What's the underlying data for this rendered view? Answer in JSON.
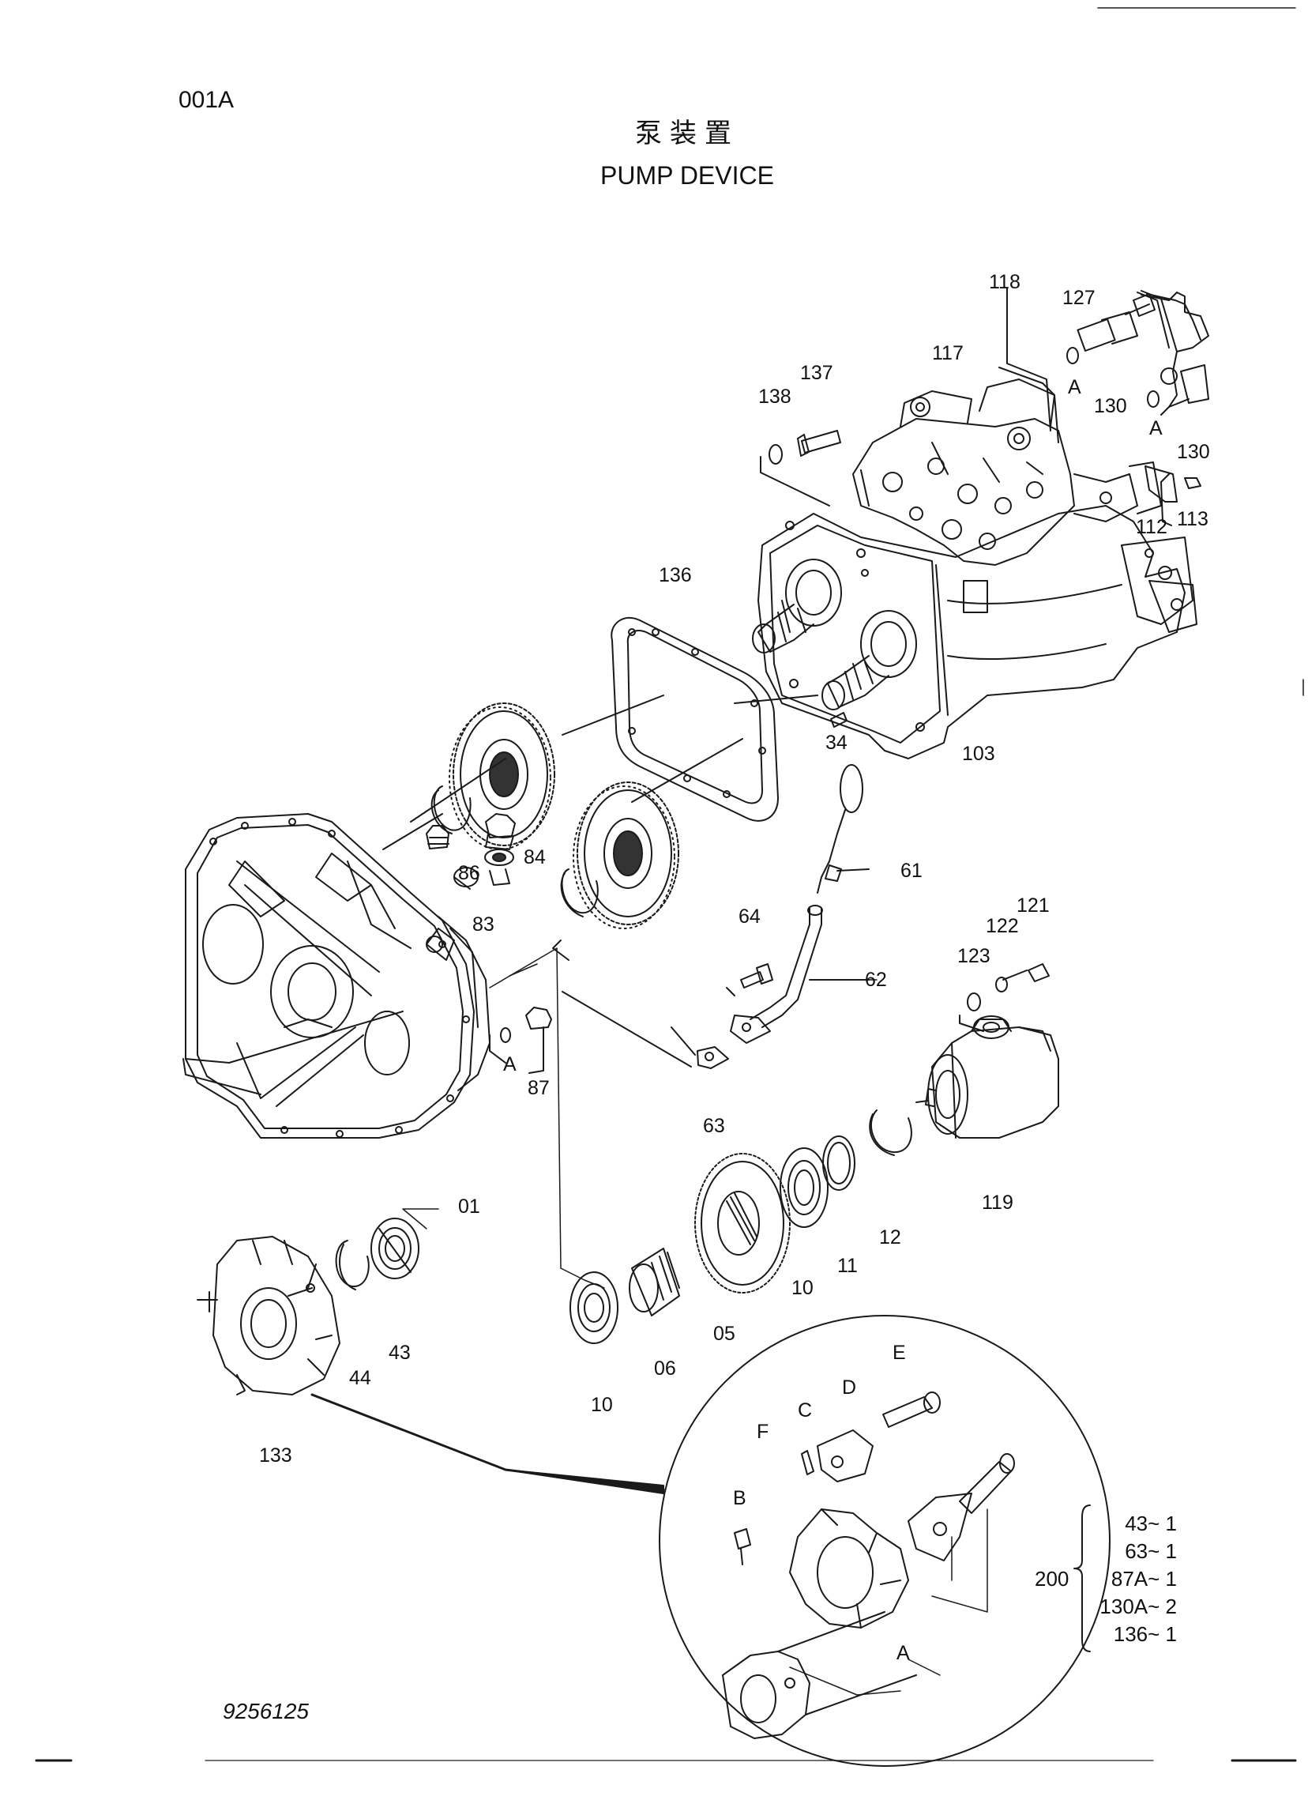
{
  "page_code": "001A",
  "title_cn": "泵装置",
  "title_en": "PUMP DEVICE",
  "drawing_number": "9256125",
  "callouts": [
    {
      "key": "c118",
      "text": "118"
    },
    {
      "key": "c127",
      "text": "127"
    },
    {
      "key": "c117",
      "text": "117"
    },
    {
      "key": "c137",
      "text": "137"
    },
    {
      "key": "c138",
      "text": "138"
    },
    {
      "key": "cA1",
      "text": "A"
    },
    {
      "key": "c130a",
      "text": "130"
    },
    {
      "key": "cA2",
      "text": "A"
    },
    {
      "key": "c130b",
      "text": "130"
    },
    {
      "key": "c112",
      "text": "112"
    },
    {
      "key": "c113",
      "text": "113"
    },
    {
      "key": "c136",
      "text": "136"
    },
    {
      "key": "c34",
      "text": "34"
    },
    {
      "key": "c103",
      "text": "103"
    },
    {
      "key": "c61",
      "text": "61"
    },
    {
      "key": "c86",
      "text": "86"
    },
    {
      "key": "c84",
      "text": "84"
    },
    {
      "key": "c83",
      "text": "83"
    },
    {
      "key": "c64",
      "text": "64"
    },
    {
      "key": "c62",
      "text": "62"
    },
    {
      "key": "c121",
      "text": "121"
    },
    {
      "key": "c122",
      "text": "122"
    },
    {
      "key": "c123",
      "text": "123"
    },
    {
      "key": "cA3",
      "text": "A"
    },
    {
      "key": "c87",
      "text": "87"
    },
    {
      "key": "c63",
      "text": "63"
    },
    {
      "key": "c01",
      "text": "01"
    },
    {
      "key": "c119",
      "text": "119"
    },
    {
      "key": "c12",
      "text": "12"
    },
    {
      "key": "c11",
      "text": "11"
    },
    {
      "key": "c10a",
      "text": "10"
    },
    {
      "key": "c05",
      "text": "05"
    },
    {
      "key": "c06",
      "text": "06"
    },
    {
      "key": "c10b",
      "text": "10"
    },
    {
      "key": "c43",
      "text": "43"
    },
    {
      "key": "c44",
      "text": "44"
    },
    {
      "key": "c133",
      "text": "133"
    },
    {
      "key": "cE",
      "text": "E"
    },
    {
      "key": "cD",
      "text": "D"
    },
    {
      "key": "cC",
      "text": "C"
    },
    {
      "key": "cF",
      "text": "F"
    },
    {
      "key": "cB",
      "text": "B"
    },
    {
      "key": "cA4",
      "text": "A"
    }
  ],
  "kit": {
    "id": "200",
    "items": [
      "43~ 1",
      "63~ 1",
      "87A~ 1",
      "130A~ 2",
      "136~ 1"
    ]
  }
}
